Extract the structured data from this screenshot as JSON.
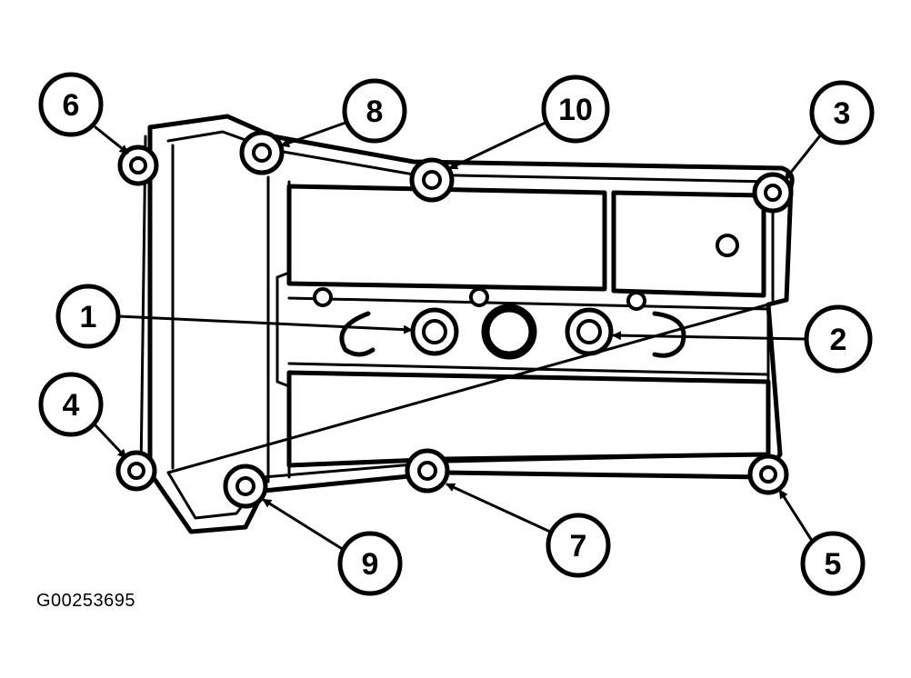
{
  "caption": "G00253695",
  "callouts": [
    {
      "id": "1",
      "label": "1"
    },
    {
      "id": "2",
      "label": "2"
    },
    {
      "id": "3",
      "label": "3"
    },
    {
      "id": "4",
      "label": "4"
    },
    {
      "id": "5",
      "label": "5"
    },
    {
      "id": "6",
      "label": "6"
    },
    {
      "id": "7",
      "label": "7"
    },
    {
      "id": "8",
      "label": "8"
    },
    {
      "id": "9",
      "label": "9"
    },
    {
      "id": "10",
      "label": "10"
    }
  ],
  "colors": {
    "ink": "#000000",
    "paper": "#ffffff"
  }
}
